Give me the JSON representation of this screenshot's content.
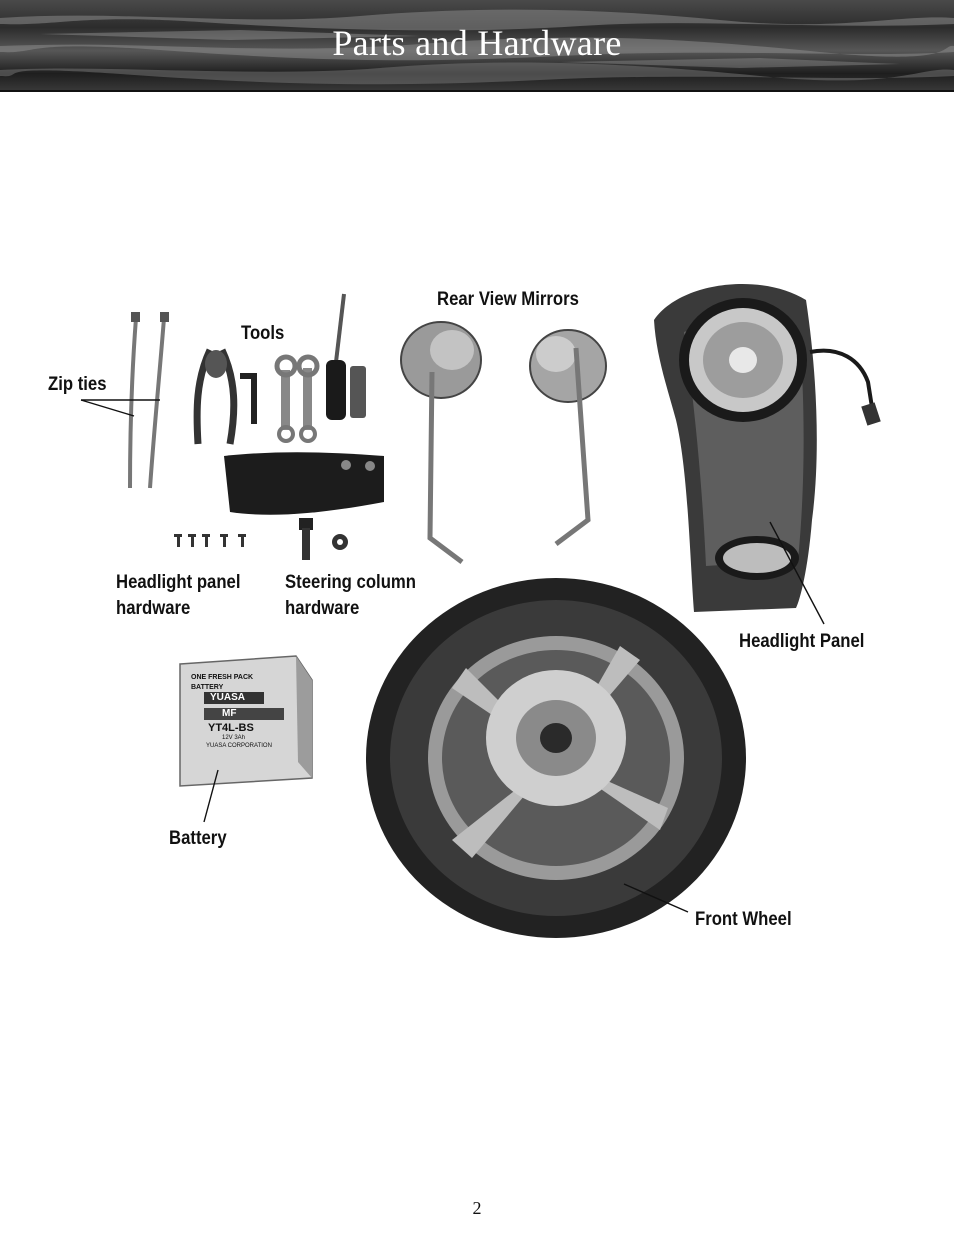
{
  "header": {
    "title": "Parts and Hardware"
  },
  "labels": {
    "zip_ties": "Zip ties",
    "tools": "Tools",
    "rear_view_mirrors": "Rear View Mirrors",
    "headlight_panel_hardware_line1": "Headlight panel",
    "headlight_panel_hardware_line2": "hardware",
    "steering_column_hardware_line1": "Steering column",
    "steering_column_hardware_line2": "hardware",
    "headlight_panel": "Headlight Panel",
    "battery": "Battery",
    "front_wheel": "Front Wheel"
  },
  "battery_box": {
    "line1": "ONE FRESH PACK",
    "line2": "BATTERY",
    "brand": "YUASA",
    "type": "MF",
    "model": "YT4L-BS",
    "spec": "12V  3Ah",
    "maker": "YUASA  CORPORATION"
  },
  "footer": {
    "page_number": "2"
  },
  "icons": [
    "zip-ties-illustration",
    "pliers-icon",
    "hex-key-icon",
    "wrench-icon",
    "screwdriver-icon",
    "tool-pouch-icon",
    "mirror-icon",
    "headlight-panel-illustration",
    "battery-illustration",
    "front-wheel-illustration"
  ]
}
